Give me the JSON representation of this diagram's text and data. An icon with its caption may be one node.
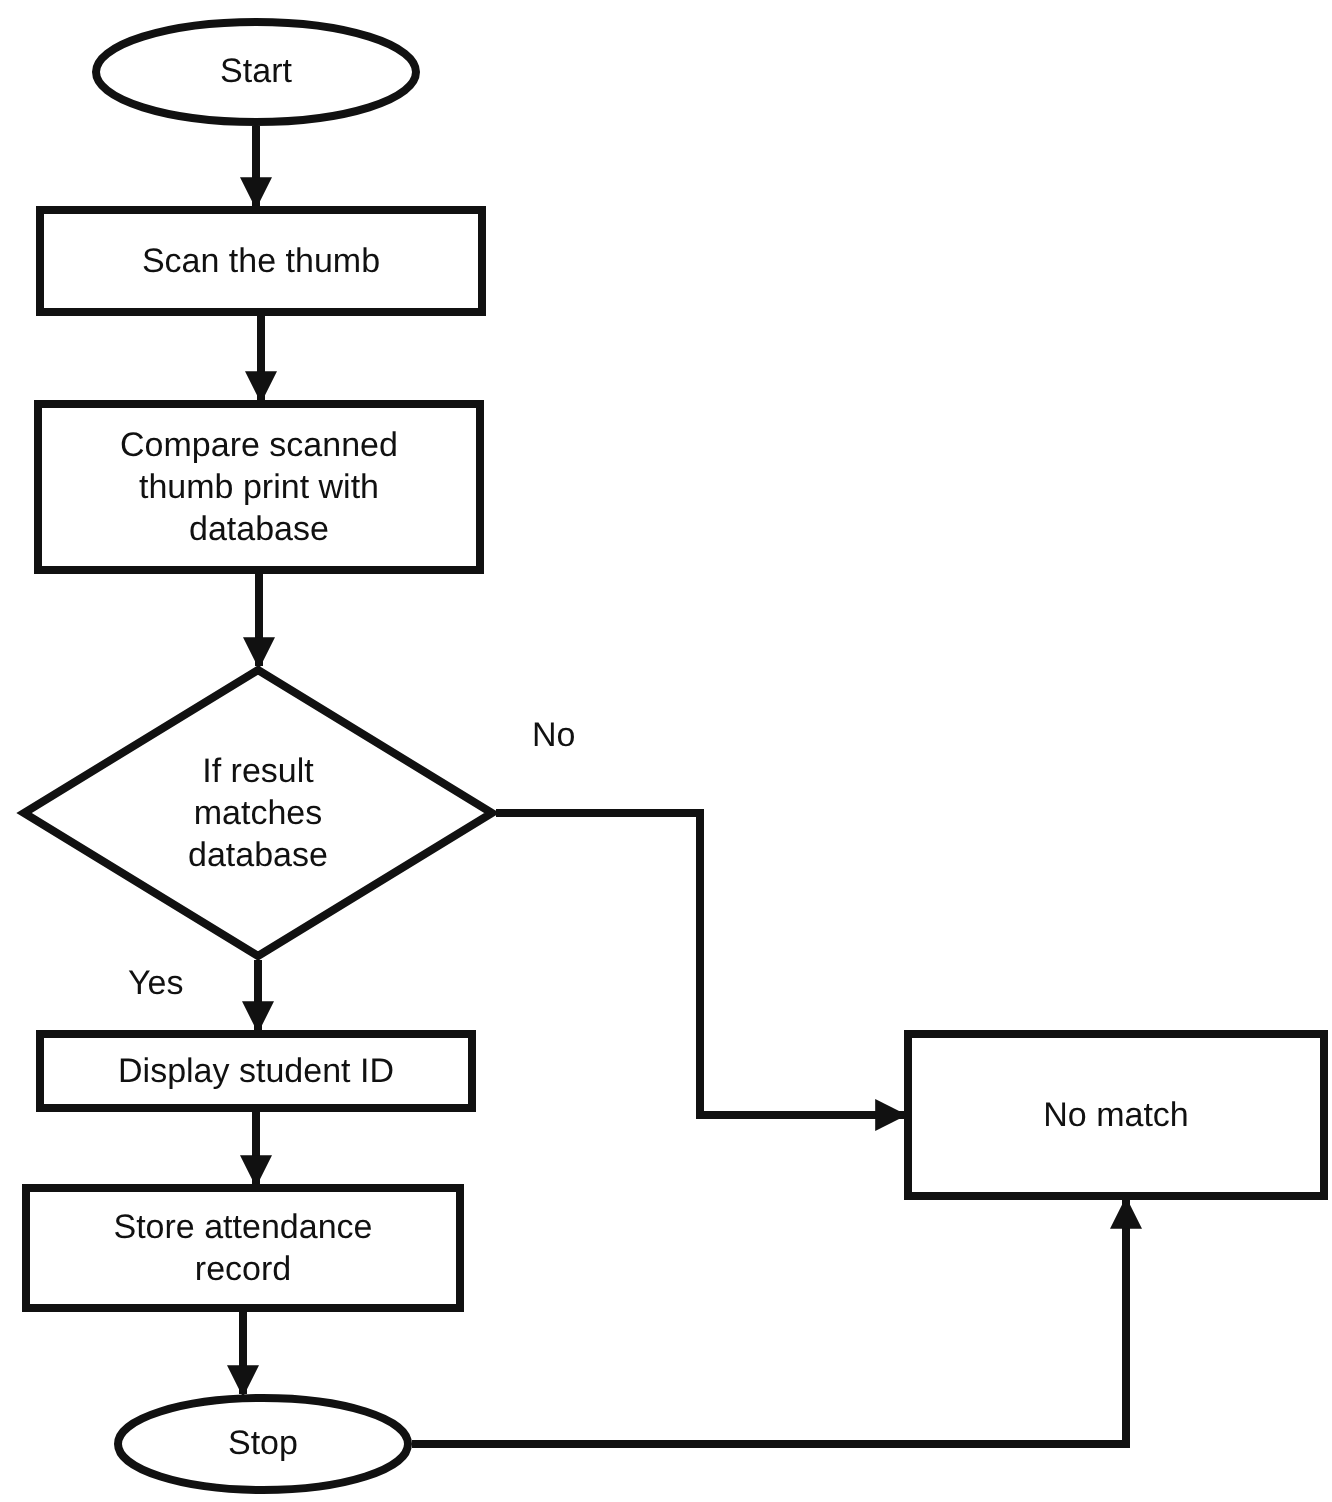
{
  "diagram": {
    "nodes": [
      {
        "text": [
          "Start"
        ]
      },
      {
        "text": [
          "Scan the thumb"
        ]
      },
      {
        "text": [
          "Compare scanned thumb print with database"
        ]
      },
      {
        "text": [
          "If result matches database"
        ]
      },
      {
        "text": [
          "Display student ID"
        ]
      },
      {
        "text": [
          "Store attendance record"
        ]
      },
      {
        "text": [
          "Stop"
        ]
      },
      {
        "text": [
          "No match"
        ]
      }
    ],
    "edges": [
      {
        "from": 0,
        "to": 1,
        "arrow": "to"
      },
      {
        "from": 1,
        "to": 2,
        "arrow": "to"
      },
      {
        "from": 2,
        "to": 3,
        "arrow": "to"
      },
      {
        "from": 3,
        "to": 4,
        "arrow": "to",
        "label": "Yes"
      },
      {
        "from": 4,
        "to": 5,
        "arrow": "to"
      },
      {
        "from": 5,
        "to": 6,
        "arrow": "to"
      },
      {
        "from": 3,
        "to": 7,
        "arrow": "to",
        "label": "No"
      },
      {
        "from": 6,
        "to": 7,
        "arrow": "to"
      }
    ]
  }
}
